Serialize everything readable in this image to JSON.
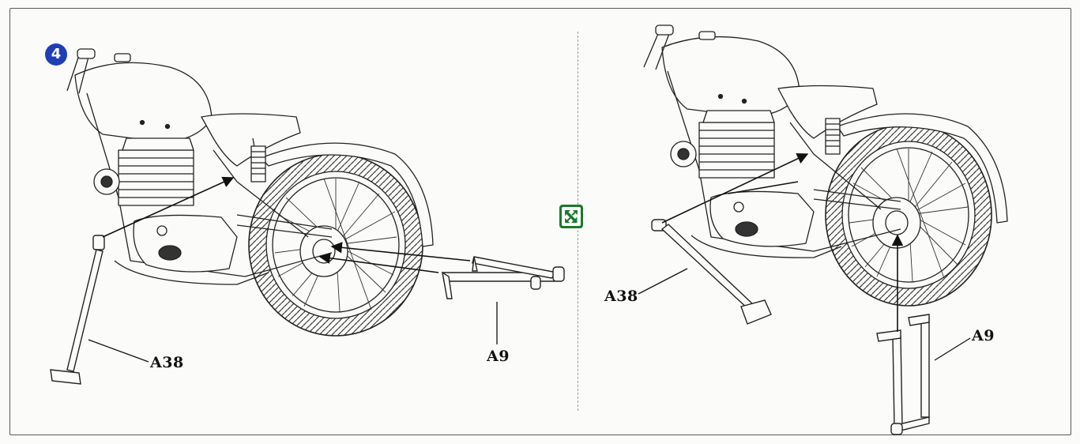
{
  "step": {
    "number": "4",
    "badge_color": "#1f3fb4"
  },
  "icons": {
    "swap": "swap-arrows-icon",
    "swap_color": "#1a7a2c"
  },
  "left_view": {
    "parts": [
      {
        "label": "A38"
      },
      {
        "label": "A9"
      }
    ]
  },
  "right_view": {
    "parts": [
      {
        "label": "A38"
      },
      {
        "label": "A9"
      }
    ]
  }
}
